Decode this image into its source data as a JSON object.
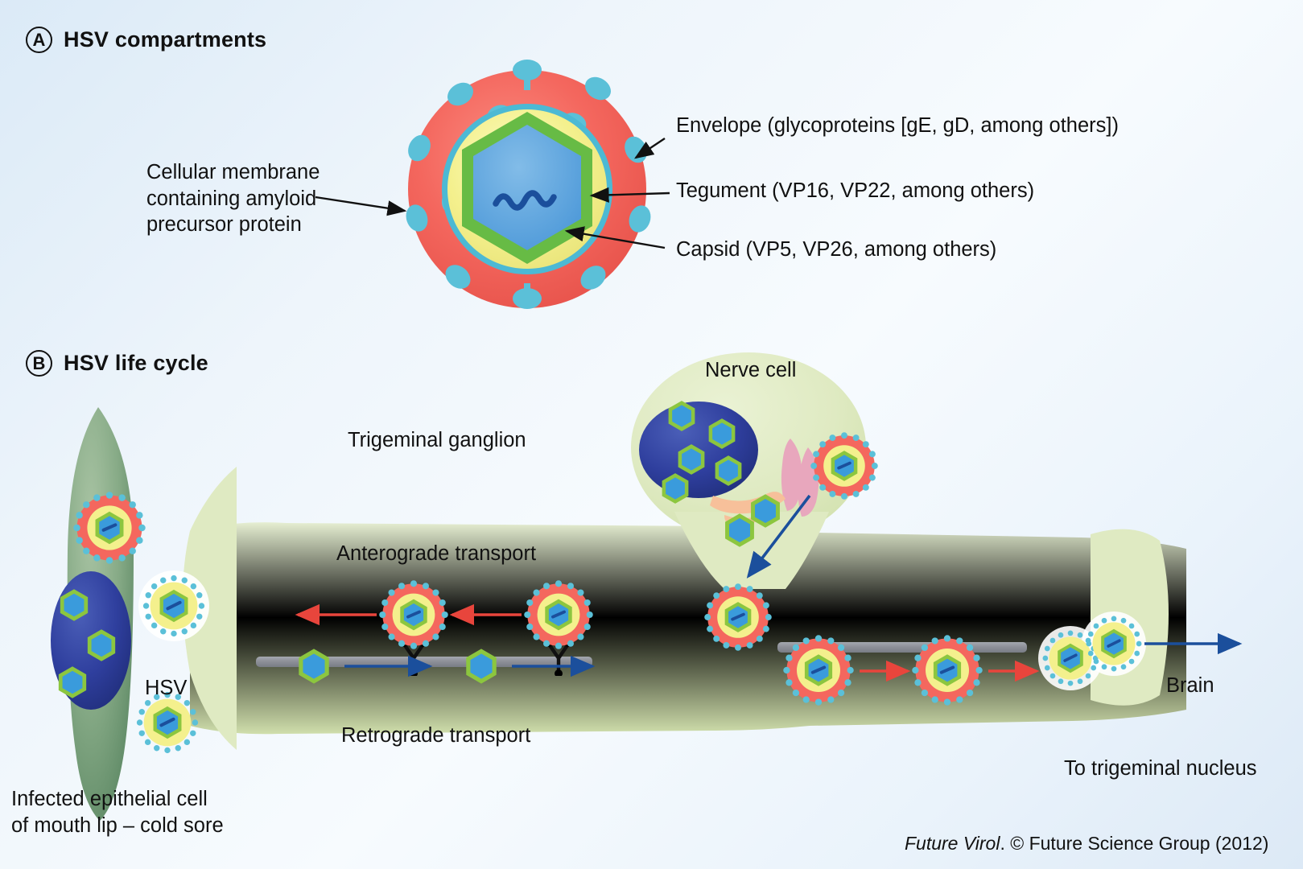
{
  "figure": {
    "background_top": "#dbeaf7",
    "background_bottom": "#f7fbfe"
  },
  "panels": [
    {
      "badge": "A",
      "title": "HSV compartments"
    },
    {
      "badge": "B",
      "title": "HSV life cycle"
    }
  ],
  "panel_a": {
    "labels": {
      "cellular_membrane": "Cellular membrane\ncontaining amyloid\nprecursor protein",
      "envelope": "Envelope (glycoproteins [gE, gD, among others])",
      "tegument": "Tegument (VP16, VP22, among others)",
      "capsid": "Capsid (VP5, VP26, among others)"
    },
    "virion_colors": {
      "envelope": "#f4675e",
      "glycoprotein": "#5bc0d8",
      "membrane_ring": "#4cb9d4",
      "tegument": "#f3ef8a",
      "capsid": "#67bb45",
      "core": "#5ba3dd",
      "dna": "#1b4f9c"
    }
  },
  "panel_b": {
    "labels": {
      "trigeminal_ganglion": "Trigeminal ganglion",
      "nerve_cell": "Nerve cell",
      "anterograde": "Anterograde transport",
      "retrograde": "Retrograde transport",
      "hsv": "HSV",
      "brain": "Brain",
      "to_trigeminal_nucleus": "To trigeminal nucleus",
      "infected_epithelial_cell": "Infected epithelial cell\nof mouth lip – cold sore"
    },
    "colors": {
      "epithelial_cell": "#7ba37d",
      "neuron_body": "#dfeac2",
      "nucleus": "#2b3f97",
      "capsid_shell": "#8cc63f",
      "capsid_core": "#3a9bdc",
      "microtubule": "#8e9199",
      "motor_protein": "#101010",
      "anterograde_arrow": "#e8453c",
      "retrograde_arrow": "#1b4f9c",
      "golgi": "#e8a7bd",
      "er": "#f7c09a"
    }
  },
  "credit": {
    "journal": "Future Virol",
    "rest": ". © Future Science Group (2012)"
  }
}
